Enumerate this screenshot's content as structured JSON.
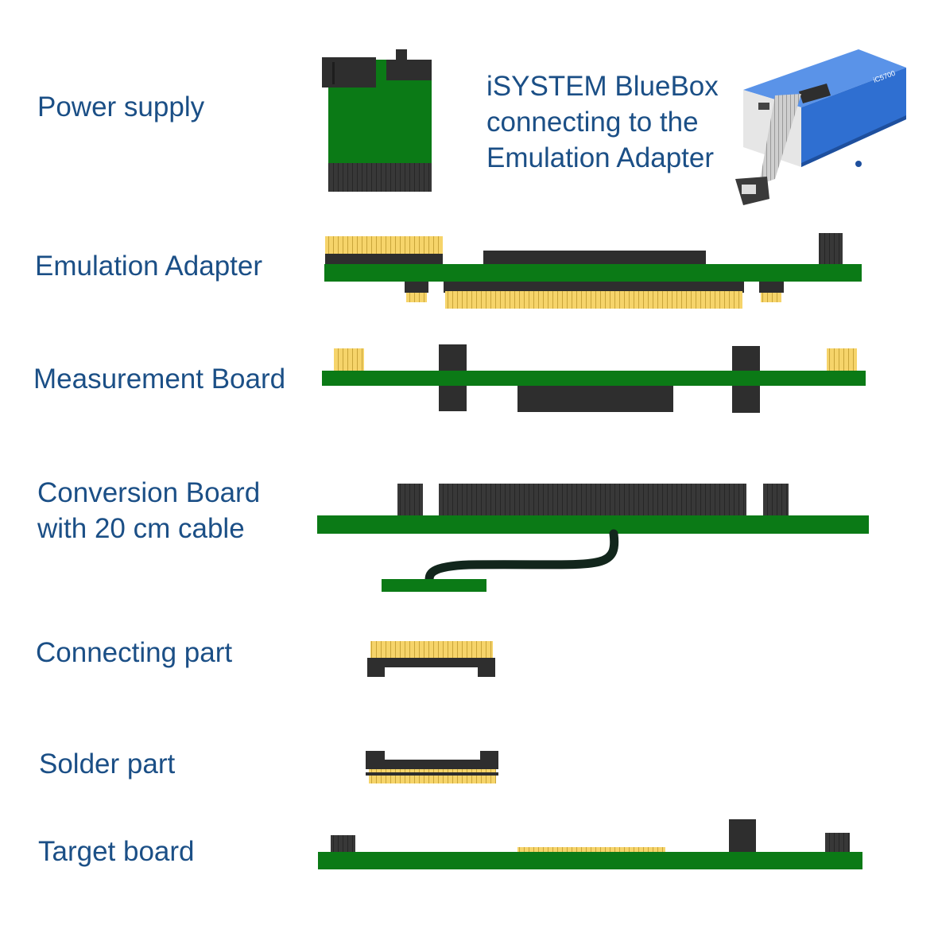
{
  "labels": {
    "power_supply": "Power supply",
    "bluebox_line1": "iSYSTEM BlueBox",
    "bluebox_line2": "connecting to the",
    "bluebox_line3": "Emulation Adapter",
    "emulation_adapter": "Emulation Adapter",
    "measurement_board": "Measurement Board",
    "conversion_board_line1": "Conversion Board",
    "conversion_board_line2": "with 20 cm cable",
    "connecting_part": "Connecting part",
    "solder_part": "Solder part",
    "target_board": "Target board"
  },
  "bluebox_brand": "iC5700",
  "colors": {
    "text": "#1b4f86",
    "pcb_green": "#0b7a16",
    "connector_dark": "#2e2e2e",
    "pin_gold": "#f6d46a",
    "box_blue": "#2f6fd1",
    "cable_dark": "#12261c"
  }
}
